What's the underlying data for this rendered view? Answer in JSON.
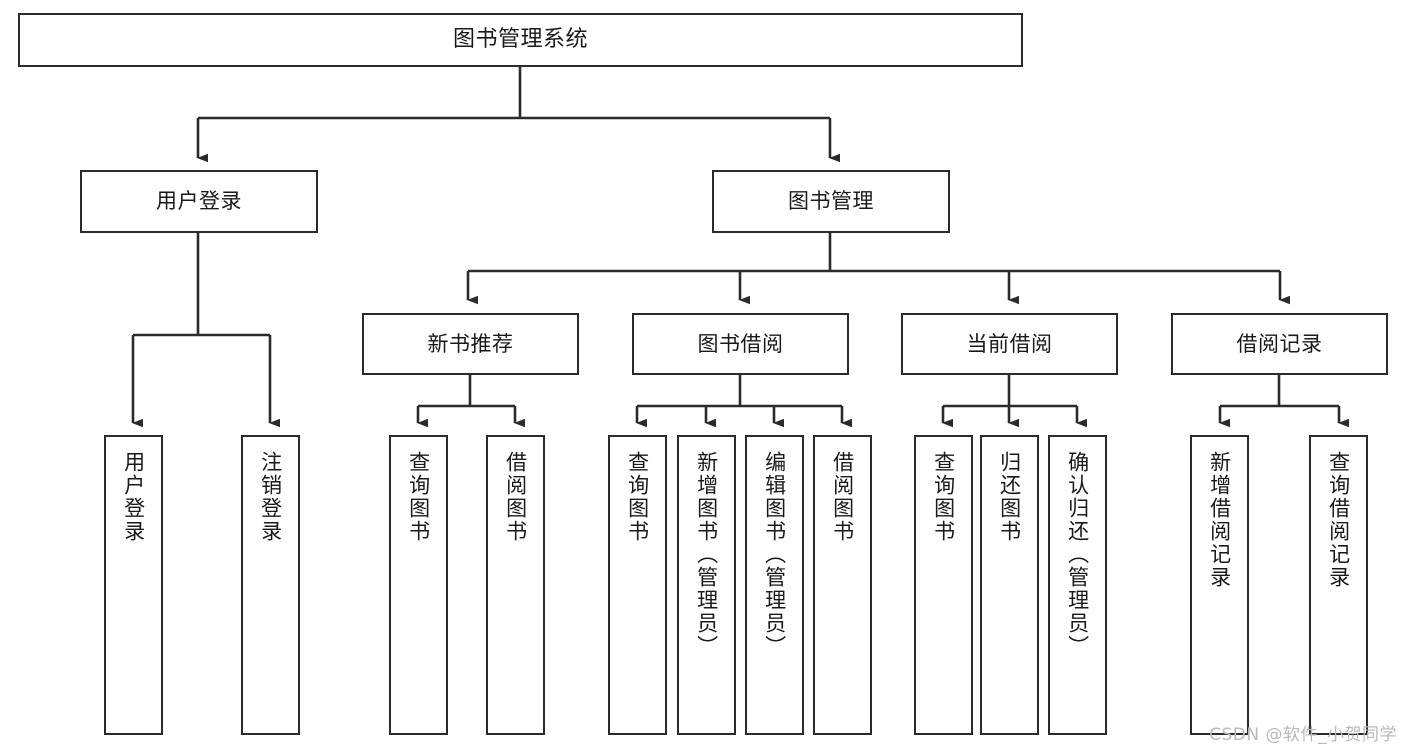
{
  "diagram": {
    "title": "图书管理系统",
    "watermark": "CSDN @软件_小贺同学",
    "accent_color": "#2b2b2b",
    "background_color": "#ffffff",
    "nodes": {
      "root": "图书管理系统",
      "level2": {
        "user_login": "用户登录",
        "book_manage": "图书管理"
      },
      "level3": {
        "new_book_rec": "新书推荐",
        "book_borrow": "图书借阅",
        "current_borrow": "当前借阅",
        "borrow_record": "借阅记录"
      },
      "leaves": {
        "user_login_children": [
          "用户登录",
          "注销登录"
        ],
        "new_book_rec_children": [
          "查询图书",
          "借阅图书"
        ],
        "book_borrow_children": [
          "查询图书",
          "新增图书（管理员）",
          "编辑图书（管理员）",
          "借阅图书"
        ],
        "current_borrow_children": [
          "查询图书",
          "归还图书",
          "确认归还（管理员）"
        ],
        "borrow_record_children": [
          "新增借阅记录",
          "查询借阅记录"
        ]
      }
    }
  }
}
